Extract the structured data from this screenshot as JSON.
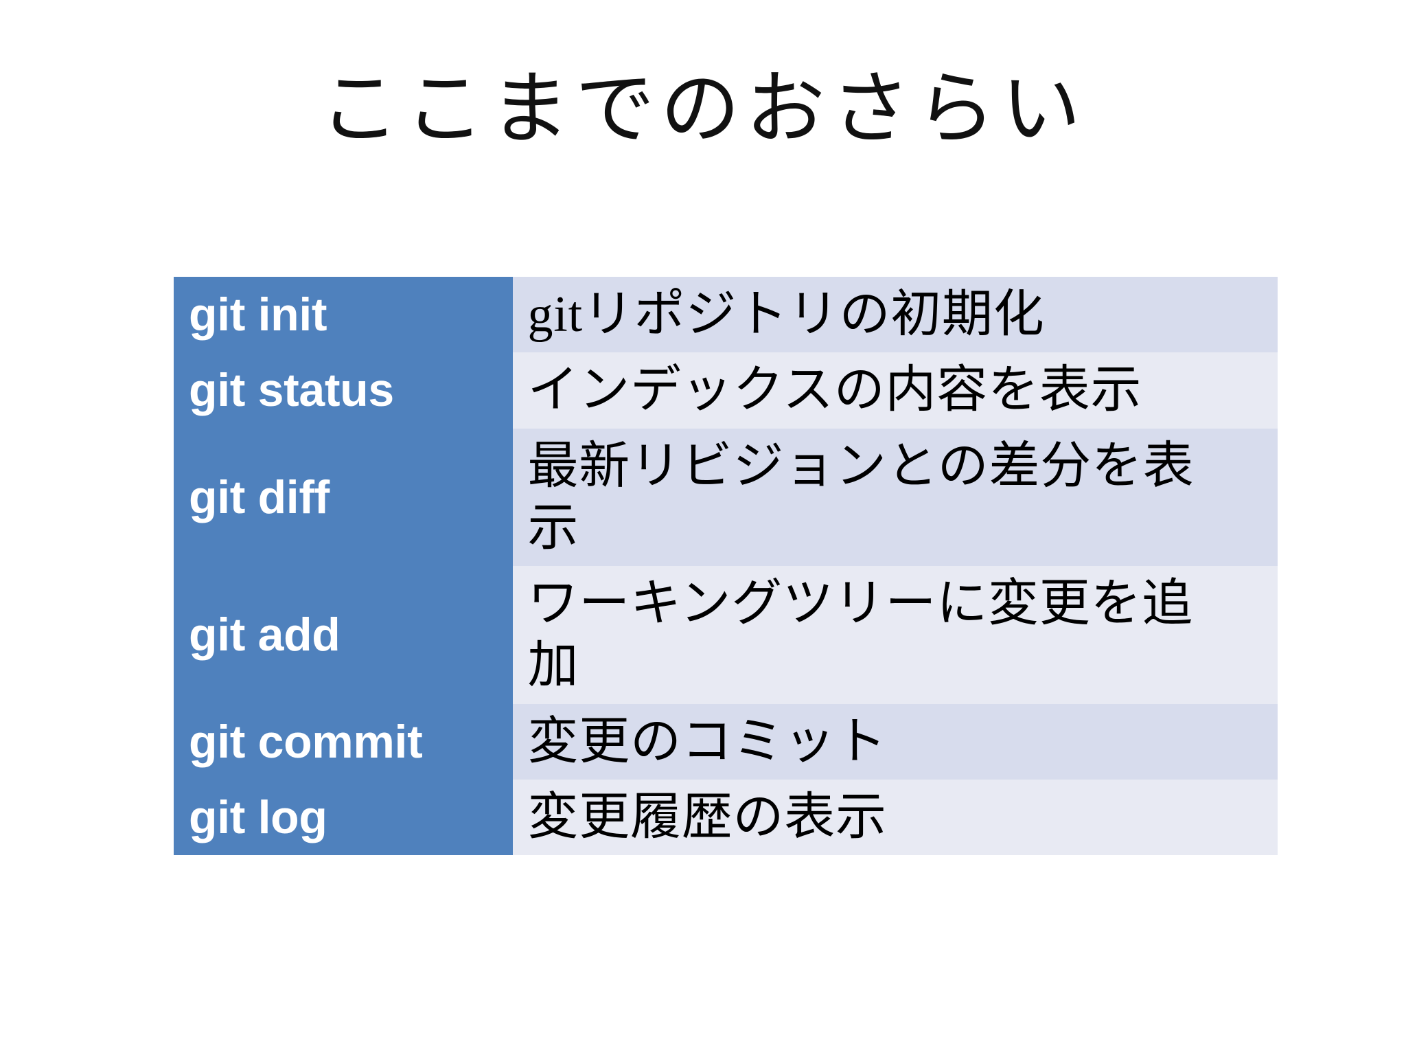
{
  "slide": {
    "title": "ここまでのおさらい",
    "background_color": "#ffffff",
    "accent_color": "#4f81bd",
    "row_shade_dark": "#d7dced",
    "row_shade_light": "#e8eaf3",
    "command_text_color": "#ffffff",
    "description_text_color": "#000000"
  },
  "table": {
    "rows": [
      {
        "command": "git init",
        "description_lines": [
          "gitリポジトリの初期化"
        ],
        "description": "gitリポジトリの初期化"
      },
      {
        "command": "git status",
        "description_lines": [
          "インデックスの内容を表示"
        ],
        "description": "インデックスの内容を表示"
      },
      {
        "command": "git diff",
        "description_lines": [
          "最新リビジョンとの差分を表",
          "示"
        ],
        "description": "最新リビジョンとの差分を表示"
      },
      {
        "command": "git add",
        "description_lines": [
          "ワーキングツリーに変更を追",
          "加"
        ],
        "description": "ワーキングツリーに変更を追加"
      },
      {
        "command": "git commit",
        "description_lines": [
          "変更のコミット"
        ],
        "description": "変更のコミット"
      },
      {
        "command": "git log",
        "description_lines": [
          "変更履歴の表示"
        ],
        "description": "変更履歴の表示"
      }
    ]
  }
}
